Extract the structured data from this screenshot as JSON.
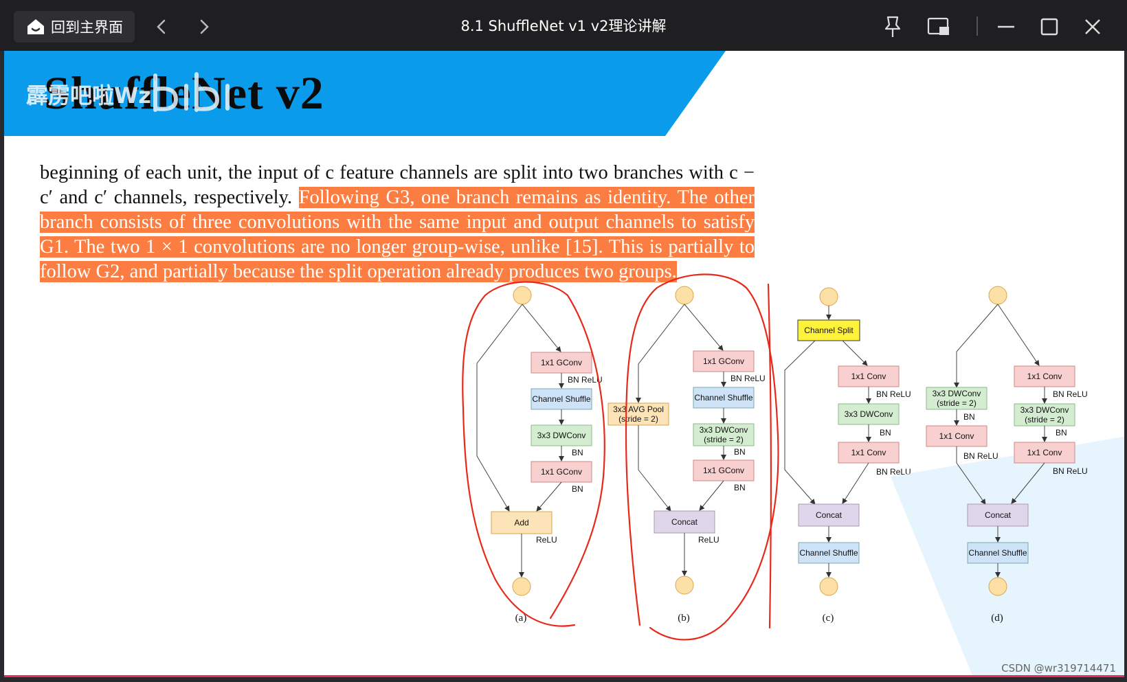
{
  "titlebar": {
    "home_label": "回到主界面",
    "window_title": "8.1 ShuffleNet v1 v2理论讲解"
  },
  "slide": {
    "title": "ShuffleNet v2",
    "watermark": "霹雳吧啦Wz",
    "para_plain": "beginning of each unit, the input of c feature channels are split into two branches with c − c′ and c′ channels, respectively. ",
    "para_highlight": "Following G3, one branch remains as identity. The other branch consists of three convolutions with the same input and output channels to satisfy G1. The two 1 × 1 convolutions are no longer group-wise, unlike [15]. This is partially to follow G2, and partially because the split operation already produces two groups."
  },
  "figure": {
    "panels": [
      {
        "caption": "(a)",
        "boxes": [
          "1x1 GConv",
          "Channel Shuffle",
          "3x3 DWConv",
          "1x1 GConv",
          "Add"
        ],
        "labels": [
          "BN ReLU",
          "BN",
          "BN",
          "ReLU"
        ]
      },
      {
        "caption": "(b)",
        "boxes": [
          "1x1 GConv",
          "Channel Shuffle",
          "3x3 DWConv\n(stride = 2)",
          "1x1 GConv",
          "3x3 AVG Pool\n(stride = 2)",
          "Concat"
        ],
        "labels": [
          "BN ReLU",
          "BN",
          "BN",
          "ReLU"
        ]
      },
      {
        "caption": "(c)",
        "boxes": [
          "Channel Split",
          "1x1 Conv",
          "3x3 DWConv",
          "1x1 Conv",
          "Concat",
          "Channel Shuffle"
        ],
        "labels": [
          "BN ReLU",
          "BN",
          "BN ReLU"
        ]
      },
      {
        "caption": "(d)",
        "boxes": [
          "3x3 DWConv\n(stride = 2)",
          "1x1 Conv",
          "1x1 Conv",
          "3x3 DWConv\n(stride = 2)",
          "1x1 Conv",
          "Concat",
          "Channel Shuffle"
        ],
        "labels": [
          "BN",
          "BN ReLU",
          "BN ReLU",
          "BN",
          "BN ReLU"
        ]
      }
    ]
  },
  "footer": {
    "credit": "CSDN @wr319714471"
  },
  "colors": {
    "banner": "#0a9cea",
    "highlight": "#fc7d41",
    "pink_box": "#f8d0d0",
    "blue_box": "#cfe3f8",
    "green_box": "#d4ecd0",
    "orange_box": "#fde3b8",
    "purple_box": "#e0d6ec",
    "yellow_box": "#fff23a",
    "node": "#fde0a6",
    "annotation": "#e8281a"
  }
}
